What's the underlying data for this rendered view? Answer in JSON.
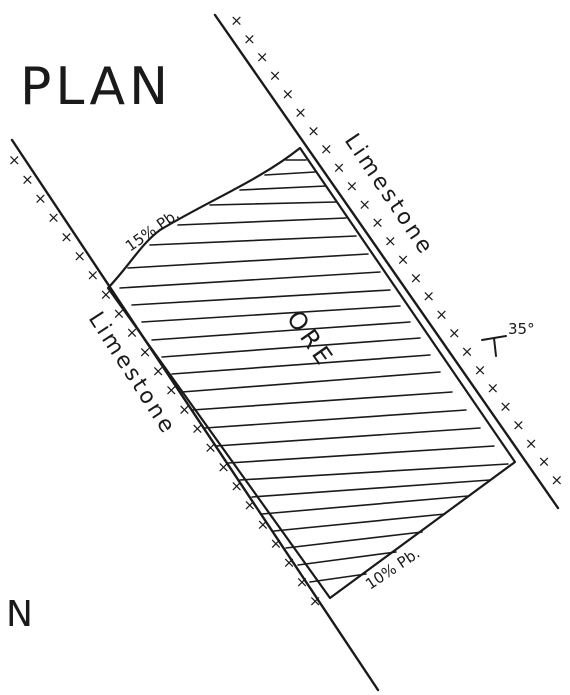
{
  "title": "PLAN",
  "ore_label": "ORE",
  "rock_upper": "Limestone",
  "rock_lower": "Limestone",
  "grade_upper": "15% Pb.",
  "grade_lower": "10% Pb.",
  "dip_value": "35°",
  "corner_mark": "N",
  "colors": {
    "ink": "#1a1a1a",
    "paper": "#ffffff"
  }
}
